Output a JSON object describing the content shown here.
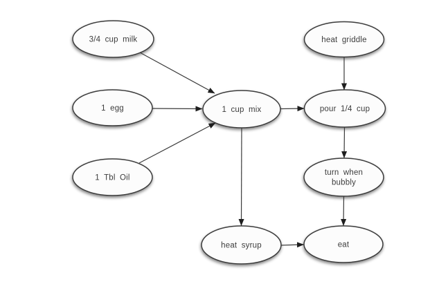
{
  "colors": {
    "background": "#ffffff",
    "node_fill": "#fcfcfc",
    "node_stroke": "#3b3b3b",
    "edge_stroke": "#3a3a3a",
    "arrowhead": "#1f1f1f",
    "label_text": "#3c3c3c"
  },
  "diagram": {
    "type": "flowchart",
    "nodes": [
      {
        "id": "milk",
        "label": "3/4 cup milk"
      },
      {
        "id": "egg",
        "label": "1 egg"
      },
      {
        "id": "oil",
        "label": "1 Tbl Oil"
      },
      {
        "id": "mix",
        "label": "1 cup mix"
      },
      {
        "id": "griddle",
        "label": "heat griddle"
      },
      {
        "id": "pour",
        "label": "pour 1/4 cup"
      },
      {
        "id": "turn",
        "label": "turn when bubbly",
        "lines": [
          "turn when",
          "bubbly"
        ]
      },
      {
        "id": "syrup",
        "label": "heat syrup"
      },
      {
        "id": "eat",
        "label": "eat"
      }
    ],
    "edges": [
      {
        "from": "3/4 cup milk",
        "to": "1 cup mix"
      },
      {
        "from": "1 egg",
        "to": "1 cup mix"
      },
      {
        "from": "1 Tbl Oil",
        "to": "1 cup mix"
      },
      {
        "from": "1 cup mix",
        "to": "pour 1/4 cup"
      },
      {
        "from": "heat griddle",
        "to": "pour 1/4 cup"
      },
      {
        "from": "pour 1/4 cup",
        "to": "turn when bubbly"
      },
      {
        "from": "turn when bubbly",
        "to": "eat"
      },
      {
        "from": "1 cup mix",
        "to": "heat syrup"
      },
      {
        "from": "heat syrup",
        "to": "eat"
      }
    ]
  }
}
